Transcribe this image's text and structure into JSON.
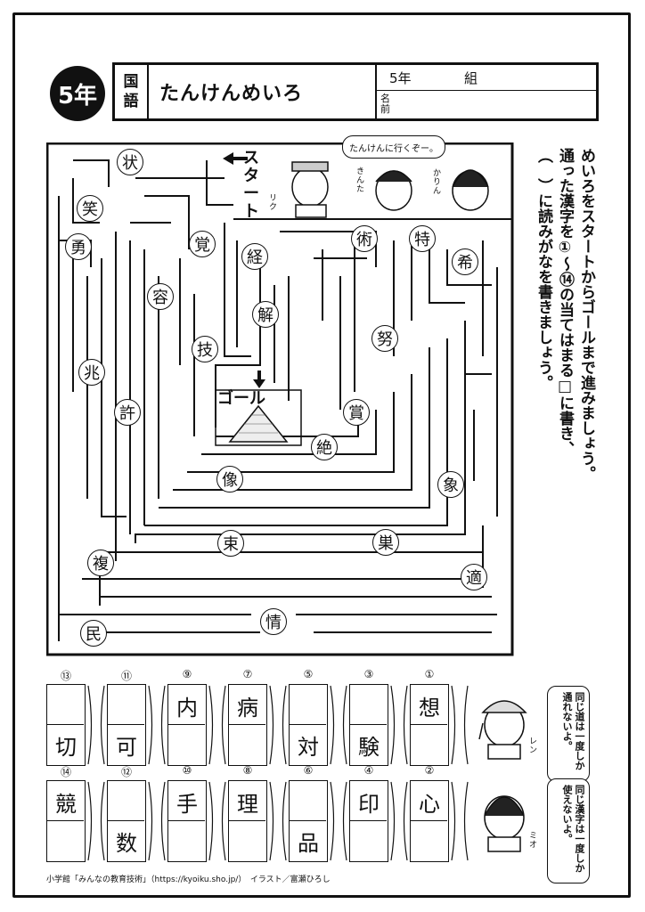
{
  "header": {
    "grade_badge": "5年",
    "subject_line1": "国",
    "subject_line2": "語",
    "title": "たんけんめいろ",
    "grade_field": "5年",
    "class_field": "組",
    "name_line1": "名",
    "name_line2": "前"
  },
  "maze": {
    "start_label": "スタート",
    "goal_label": "ゴール",
    "speech": "たんけんに行くぞー。",
    "char_riku": "リク",
    "char_kinta": "きんた",
    "char_karin": "かりん",
    "kanji": [
      {
        "id": "jo",
        "text": "状"
      },
      {
        "id": "sho",
        "text": "笑"
      },
      {
        "id": "yu",
        "text": "勇"
      },
      {
        "id": "kaku",
        "text": "覚"
      },
      {
        "id": "kei",
        "text": "経"
      },
      {
        "id": "jutsu",
        "text": "術"
      },
      {
        "id": "toku",
        "text": "特"
      },
      {
        "id": "ki",
        "text": "希"
      },
      {
        "id": "yo",
        "text": "容"
      },
      {
        "id": "kai",
        "text": "解"
      },
      {
        "id": "do",
        "text": "努"
      },
      {
        "id": "cho",
        "text": "兆"
      },
      {
        "id": "gi",
        "text": "技"
      },
      {
        "id": "kyo",
        "text": "許"
      },
      {
        "id": "shou",
        "text": "賞"
      },
      {
        "id": "zetsu",
        "text": "絶"
      },
      {
        "id": "zou",
        "text": "像"
      },
      {
        "id": "shozo",
        "text": "象"
      },
      {
        "id": "soku",
        "text": "束"
      },
      {
        "id": "su",
        "text": "巣"
      },
      {
        "id": "fuku",
        "text": "複"
      },
      {
        "id": "teki",
        "text": "適"
      },
      {
        "id": "jou",
        "text": "情"
      },
      {
        "id": "min",
        "text": "民"
      }
    ]
  },
  "instructions": {
    "line1": "めいろをスタートからゴールまで進みましょう。",
    "line2": "通った漢字を①～⑭の当てはまる□に書き、",
    "line3": "（　）に読みがなを書きましょう。"
  },
  "answers": {
    "row1": [
      {
        "num": "⑬",
        "top": "",
        "bottom": "切"
      },
      {
        "num": "⑪",
        "top": "",
        "bottom": "可"
      },
      {
        "num": "⑨",
        "top": "内",
        "bottom": ""
      },
      {
        "num": "⑦",
        "top": "病",
        "bottom": ""
      },
      {
        "num": "⑤",
        "top": "",
        "bottom": "対"
      },
      {
        "num": "③",
        "top": "",
        "bottom": "験"
      },
      {
        "num": "①",
        "top": "想",
        "bottom": ""
      }
    ],
    "row2": [
      {
        "num": "⑭",
        "top": "競",
        "bottom": ""
      },
      {
        "num": "⑫",
        "top": "",
        "bottom": "数"
      },
      {
        "num": "⑩",
        "top": "手",
        "bottom": ""
      },
      {
        "num": "⑧",
        "top": "理",
        "bottom": ""
      },
      {
        "num": "⑥",
        "top": "",
        "bottom": "品"
      },
      {
        "num": "④",
        "top": "印",
        "bottom": ""
      },
      {
        "num": "②",
        "top": "心",
        "bottom": ""
      }
    ]
  },
  "bubbles": {
    "ren_text": "同じ道は一度しか通れないよ。",
    "ren_name": "レン",
    "mio_text": "同じ漢字は一度しか使えないよ。",
    "mio_name": "ミオ"
  },
  "footer": "小学館「みんなの教育技術」（https://kyoiku.sho.jp/）　イラスト／富瀬ひろし"
}
